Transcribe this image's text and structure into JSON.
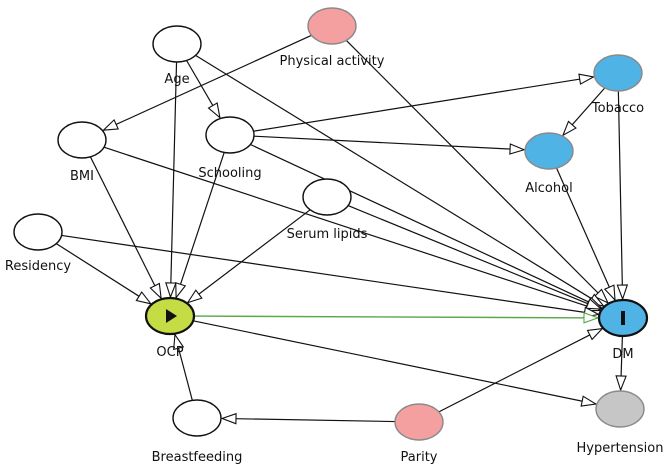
{
  "colors": {
    "white": "#ffffff",
    "pink": "#f4a0a0",
    "blue": "#4fb3e6",
    "green": "#c5dc45",
    "gray": "#c6c6c6",
    "edge": "#111111",
    "causal_edge": "#5aa84a"
  },
  "nodes": [
    {
      "id": "age",
      "label": "Age",
      "color": "white"
    },
    {
      "id": "physical_activity",
      "label": "Physical activity",
      "color": "pink"
    },
    {
      "id": "tobacco",
      "label": "Tobacco",
      "color": "blue"
    },
    {
      "id": "bmi",
      "label": "BMI",
      "color": "white"
    },
    {
      "id": "schooling",
      "label": "Schooling",
      "color": "white"
    },
    {
      "id": "alcohol",
      "label": "Alcohol",
      "color": "blue"
    },
    {
      "id": "serum_lipids",
      "label": "Serum lipids",
      "color": "white"
    },
    {
      "id": "residency",
      "label": "Residency",
      "color": "white"
    },
    {
      "id": "ocp",
      "label": "OCP",
      "color": "green",
      "icon": "play-icon"
    },
    {
      "id": "dm",
      "label": "DM",
      "color": "blue",
      "icon": "bar-icon"
    },
    {
      "id": "breastfeeding",
      "label": "Breastfeeding",
      "color": "white"
    },
    {
      "id": "parity",
      "label": "Parity",
      "color": "pink"
    },
    {
      "id": "hypertension",
      "label": "Hypertension",
      "color": "gray"
    }
  ],
  "edges": [
    {
      "from": "physical_activity",
      "to": "bmi"
    },
    {
      "from": "physical_activity",
      "to": "dm"
    },
    {
      "from": "age",
      "to": "schooling"
    },
    {
      "from": "age",
      "to": "ocp"
    },
    {
      "from": "age",
      "to": "dm"
    },
    {
      "from": "schooling",
      "to": "tobacco"
    },
    {
      "from": "schooling",
      "to": "alcohol"
    },
    {
      "from": "schooling",
      "to": "ocp"
    },
    {
      "from": "schooling",
      "to": "dm"
    },
    {
      "from": "tobacco",
      "to": "alcohol"
    },
    {
      "from": "tobacco",
      "to": "dm"
    },
    {
      "from": "alcohol",
      "to": "dm"
    },
    {
      "from": "bmi",
      "to": "ocp"
    },
    {
      "from": "bmi",
      "to": "dm"
    },
    {
      "from": "serum_lipids",
      "to": "ocp"
    },
    {
      "from": "serum_lipids",
      "to": "dm"
    },
    {
      "from": "residency",
      "to": "ocp"
    },
    {
      "from": "residency",
      "to": "dm"
    },
    {
      "from": "ocp",
      "to": "dm",
      "causal": true
    },
    {
      "from": "ocp",
      "to": "hypertension"
    },
    {
      "from": "breastfeeding",
      "to": "ocp"
    },
    {
      "from": "parity",
      "to": "breastfeeding"
    },
    {
      "from": "parity",
      "to": "dm"
    },
    {
      "from": "dm",
      "to": "hypertension"
    }
  ]
}
